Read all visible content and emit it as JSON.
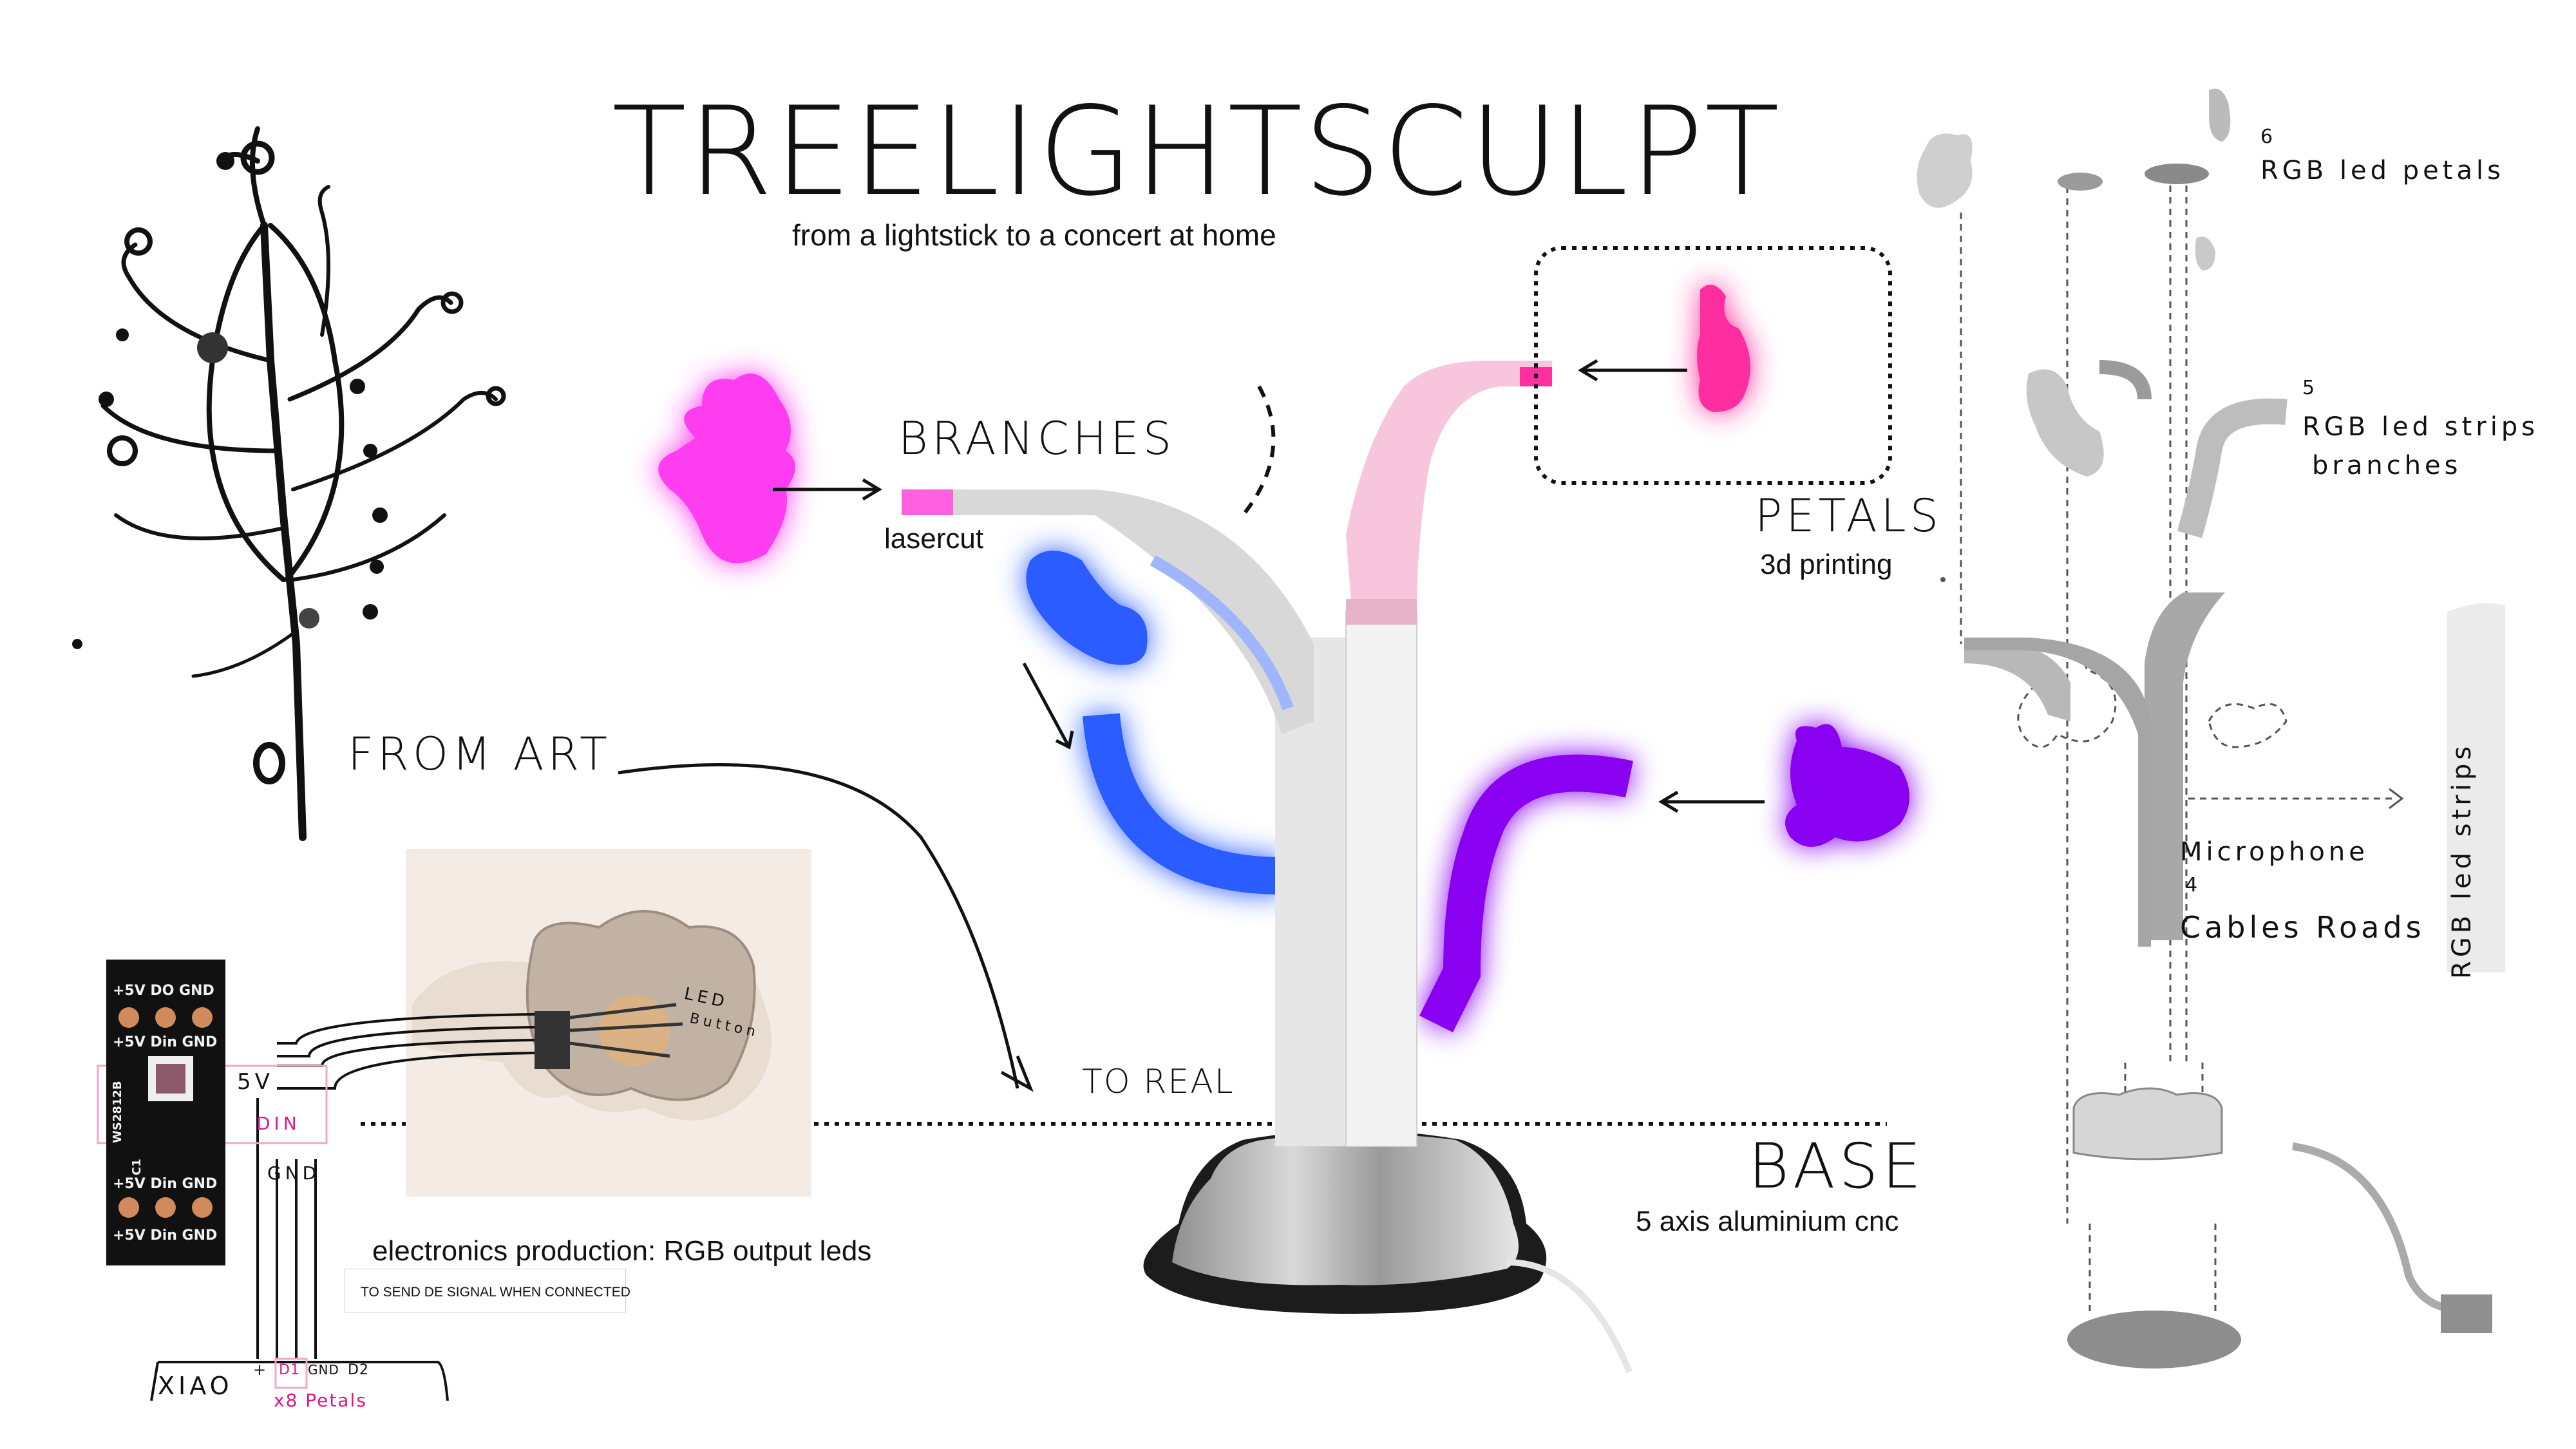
{
  "title": "TREELIGHTSCULPT",
  "subtitle": "from a lightstick to a concert at home",
  "labels": {
    "branches": "BRANCHES",
    "lasercut": "lasercut",
    "petals": "PETALS",
    "printing": "3d printing",
    "from_art": "FROM ART",
    "to_real": "TO REAL",
    "base": "BASE",
    "cnc": "5 axis aluminium cnc",
    "electronics": "electronics production: RGB output leds",
    "signal_note": "TO SEND DE SIGNAL WHEN CONNECTED"
  },
  "pcb": {
    "rows": [
      "+5V DO GND",
      "+5V Din GND",
      "+5V Din GND",
      "+5V Din GND"
    ],
    "chip": "WS2812B",
    "cap": "C1",
    "wires": {
      "v5": "5V",
      "din": "DIN",
      "gnd": "GND"
    }
  },
  "photo": {
    "led_label": "LED",
    "button_label": "Button"
  },
  "xiao": {
    "name": "XIAO",
    "pins": [
      "+",
      "D1",
      "GND",
      "D2"
    ],
    "petals_note": "x8 Petals"
  },
  "exploded": {
    "petals_num": "6",
    "petals_label": "RGB led petals",
    "branches_num": "5",
    "strips_label": "RGB led strips",
    "branches_label": "branches",
    "mic_label": "Microphone",
    "cables_num": "4",
    "cables_label": "Cables Roads",
    "vertical_label": "RGB led strips"
  },
  "colors": {
    "magenta": "#ff3df0",
    "pink": "#ff2fa0",
    "blue": "#2b5cff",
    "purple": "#8a00f0",
    "light_pink": "#f7c6dc",
    "accent_text": "#e0158a"
  }
}
